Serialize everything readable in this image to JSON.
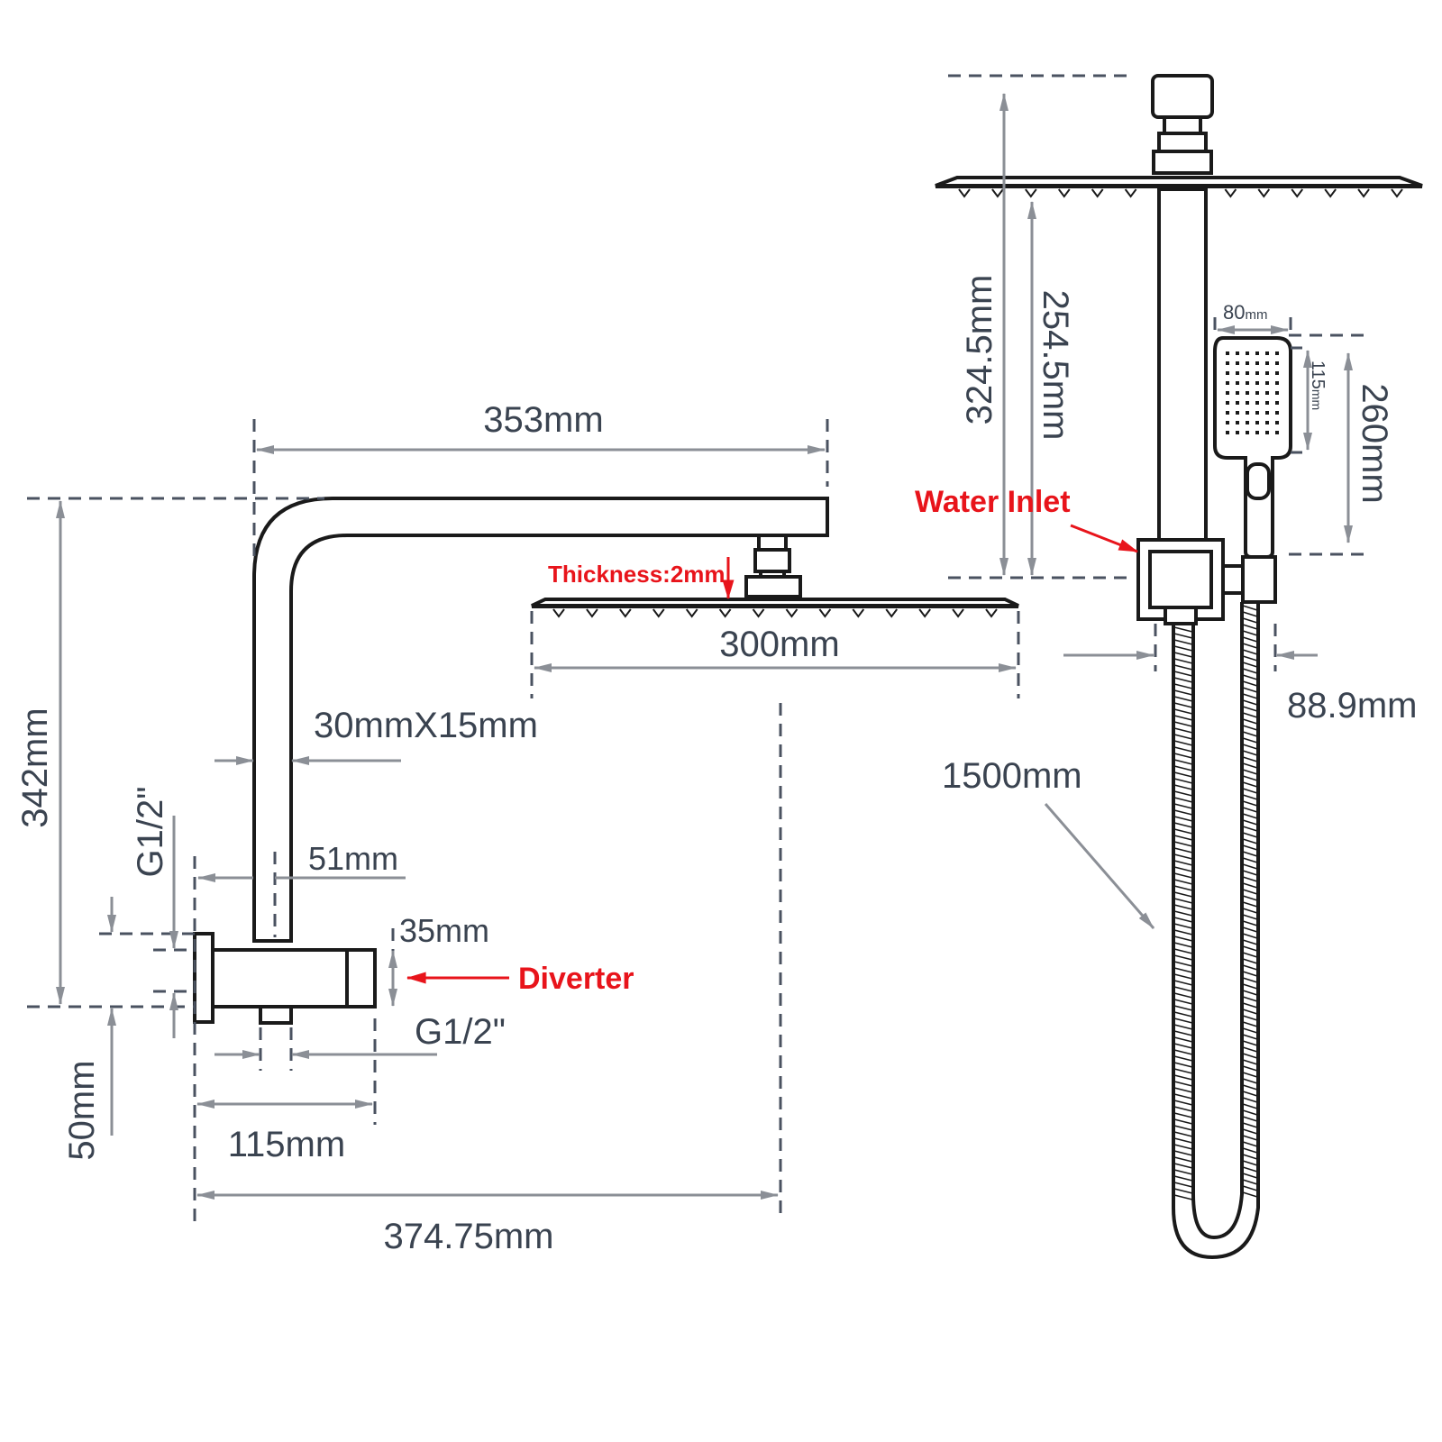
{
  "colors": {
    "outline": "#1a1a1a",
    "dimension_text": "#3a4350",
    "dimension_line": "#8b8f96",
    "callout_red": "#e8141b"
  },
  "labels": {
    "arm_length": "353mm",
    "total_height": "342mm",
    "head_width": "300mm",
    "thickness": "Thickness:2mm",
    "arm_section": "30mmX15mm",
    "g_half_left": "G1/2\"",
    "g_half_bottom": "G1/2\"",
    "offset_51": "51mm",
    "diverter_height": "35mm",
    "diverter": "Diverter",
    "base_50": "50mm",
    "diverter_length": "115mm",
    "total_depth": "374.75mm",
    "water_inlet": "Water Inlet",
    "side_height_total": "324.5mm",
    "side_height_arm": "254.5mm",
    "hand_width": "80",
    "hand_width_unit": "mm",
    "hand_face": "115",
    "hand_face_unit": "mm",
    "hand_length": "260mm",
    "holder_offset": "88.9mm",
    "hose_length": "1500mm"
  }
}
